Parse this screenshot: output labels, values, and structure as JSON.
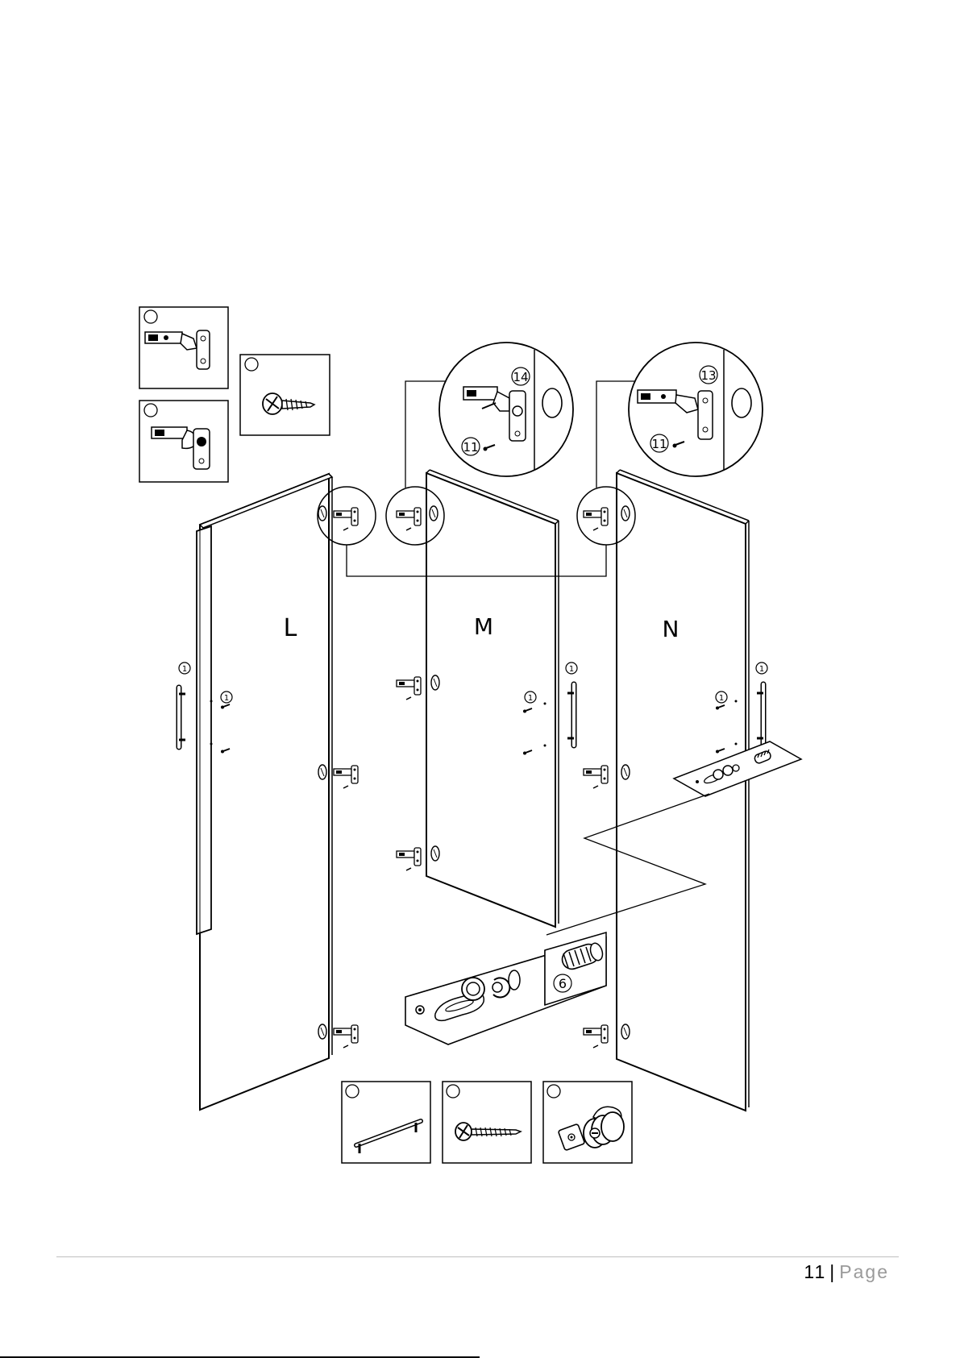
{
  "panels": {
    "left": "L",
    "middle": "M",
    "right": "N"
  },
  "callouts": {
    "detail_a_top": "14",
    "detail_a_bottom": "11",
    "detail_b_top": "13",
    "detail_b_bottom": "11",
    "knob_label": "6",
    "handle_marker": "1"
  },
  "footer": {
    "page_number": "11",
    "separator": "|",
    "page_label": "Page"
  }
}
